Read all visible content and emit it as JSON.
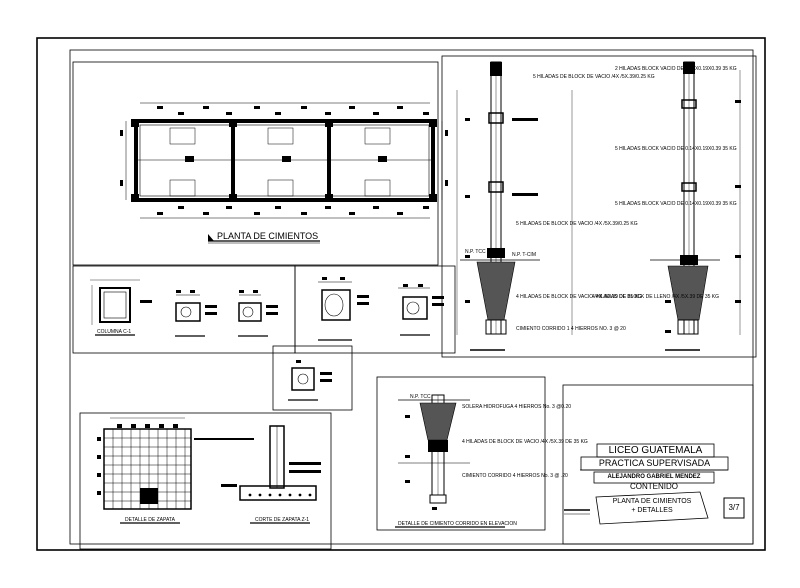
{
  "drawing": {
    "plan_title": "PLANTA DE CIMIENTOS",
    "np_tc": "N.P. TCC",
    "np_tc2": "N.P. T-CIM",
    "notes": {
      "n1": "5 HILADAS DE BLOCK DE VACIO /4X /5X.39/0.25 KG",
      "n2": "5 HILADAS DE BLOCK DE VACIO /4X /5X.39/0.25 KG",
      "n3": "4 HILADAS DE BLOCK DE VACIO /4X /5X.39 DE 25 KG",
      "n4": "CIMIENTO CORRIDO 1 4 HIERROS NO. 3 @ 20",
      "n5": "2 HILADAS BLOCK VACIO DE 0.14X0.19X0.39 35 KG",
      "n6": "5 HILADAS BLOCK VACIO DE 0.14X0.19X0.39 35 KG",
      "n7": "5 HILADAS BLOCK VACIO DE 0.14X0.19X0.39 35 KG",
      "n8": "4 HILADAS DE BLOCK DE LLENO /4X /5X.39 DE 35 KG",
      "n9": "SOLERA HIDROFUGA 4 HIERROS No. 3 @0.20",
      "n10": "4 HILADAS DE BLOCK DE VACIO /4X /5X.39 DE 35 KG",
      "n11": "CIMIENTO CORRIDO 4 HIERROS No. 3 @ .20"
    },
    "captions": {
      "col": "COLUMNA C-1",
      "zapata": "DETALLE DE ZAPATA",
      "corte": "CORTE DE ZAPATA Z-1",
      "cimiento": "DETALLE DE CIMIENTO CORRIDO EN ELEVACION"
    }
  },
  "title_block": {
    "school": "LICEO GUATEMALA",
    "course": "PRACTICA SUPERVISADA",
    "author": "ALEJANDRO GABRIEL MENDEZ",
    "content_label": "CONTENIDO",
    "content_line1": "PLANTA DE CIMIENTOS",
    "content_line2": "+ DETALLES",
    "sheet": "3/7"
  }
}
